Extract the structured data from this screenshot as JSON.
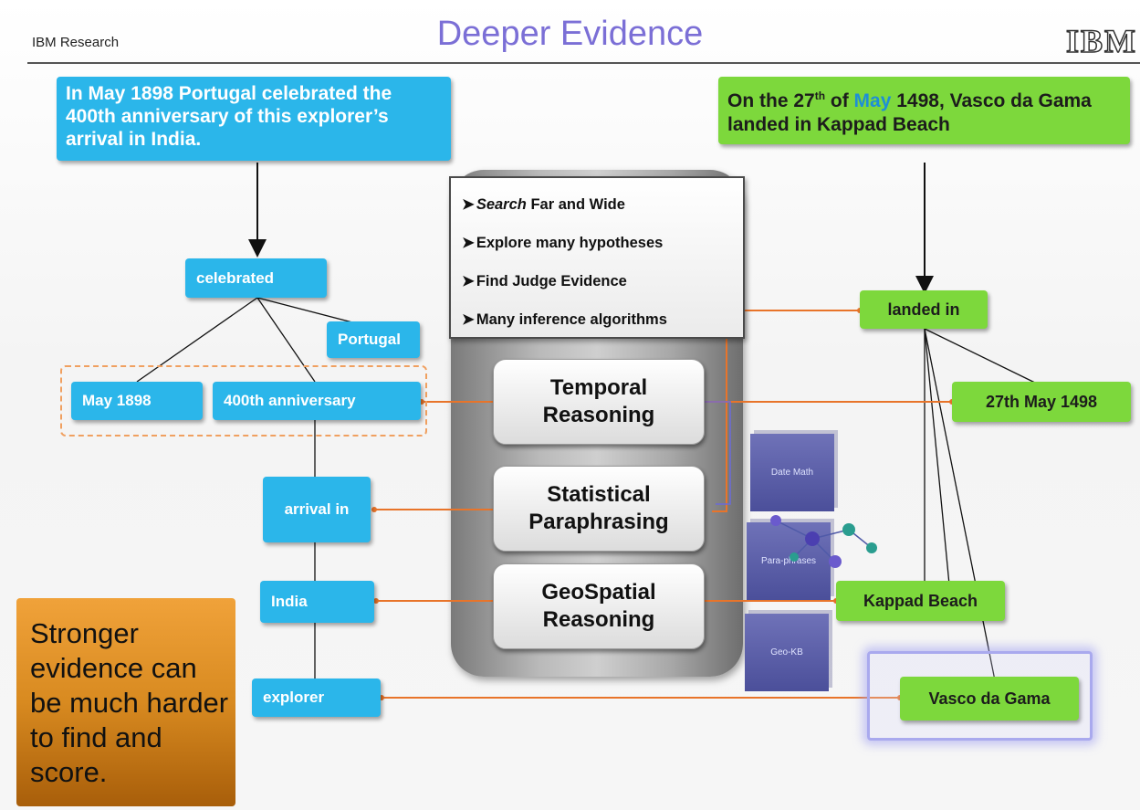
{
  "header": {
    "brand": "IBM Research",
    "title": "Deeper Evidence",
    "logo": "IBM",
    "title_color": "#7b6fd6"
  },
  "question": {
    "text": "In May 1898 Portugal celebrated the 400th anniversary of this explorer’s arrival in India."
  },
  "answer_passage": {
    "prefix": "On the 27",
    "superscript": "th",
    "of": " of ",
    "month": "May",
    "suffix": " 1498, Vasco da Gama landed in Kappad Beach"
  },
  "question_nodes": {
    "celebrated": "celebrated",
    "portugal": "Portugal",
    "may_1898": "May 1898",
    "anniversary": "400th anniversary",
    "arrival_in": "arrival in",
    "india": "India",
    "explorer": "explorer"
  },
  "answer_nodes": {
    "landed_in": "landed in",
    "date": "27th May 1498",
    "kappad_beach": "Kappad Beach",
    "vasco_da_gama": "Vasco da Gama"
  },
  "features": [
    {
      "em": "Search",
      "text": " Far and Wide"
    },
    {
      "em": "",
      "text": "Explore many hypotheses"
    },
    {
      "em": "",
      "text": "Find Judge Evidence"
    },
    {
      "em": "",
      "text": "Many inference algorithms"
    }
  ],
  "modules": {
    "temporal": [
      "Temporal",
      "Reasoning"
    ],
    "statistical": [
      "Statistical",
      "Paraphrasing"
    ],
    "geospatial": [
      "GeoSpatial",
      "Reasoning"
    ]
  },
  "knowledge_bases": {
    "date_math": "Date Math",
    "paraphrases": "Para-phrases",
    "geo_kb": "Geo-KB"
  },
  "callout": {
    "text": "Stronger evidence can be much harder to find and score."
  },
  "colors": {
    "question_node": "#2bb6ea",
    "answer_node": "#7dd83c",
    "connector": "#e8742a",
    "callout": "#e09330"
  }
}
